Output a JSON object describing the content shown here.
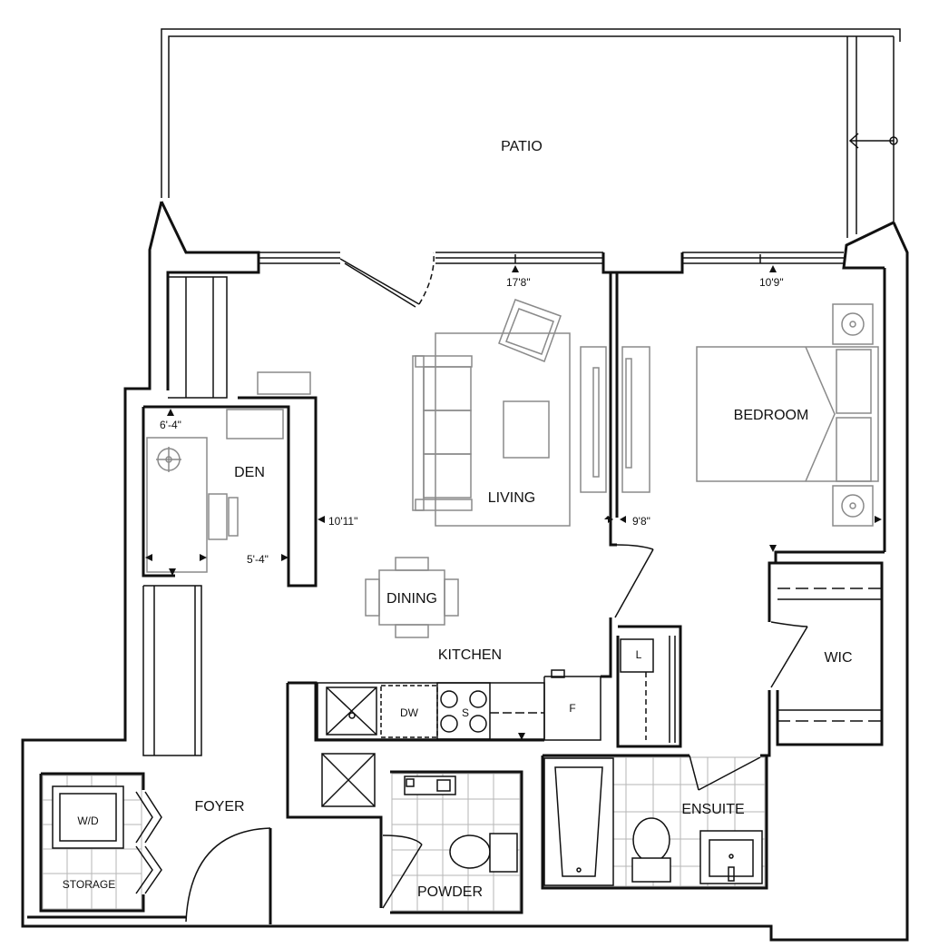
{
  "rooms": {
    "patio": "PATIO",
    "living": "LIVING",
    "bedroom": "BEDROOM",
    "den": "DEN",
    "dining": "DINING",
    "kitchen": "KITCHEN",
    "wic": "WIC",
    "foyer": "FOYER",
    "ensuite": "ENSUITE",
    "powder": "POWDER",
    "storage": "STORAGE"
  },
  "appliances": {
    "dishwasher": "DW",
    "stove": "S",
    "fridge": "F",
    "linen": "L",
    "washer_dryer": "W/D"
  },
  "dimensions": {
    "living_width": "17'8\"",
    "bedroom_width": "10'9\"",
    "den_height": "6'-4\"",
    "den_width": "5'-4\"",
    "living_depth": "10'11\"",
    "bedroom_depth": "9'8\""
  }
}
